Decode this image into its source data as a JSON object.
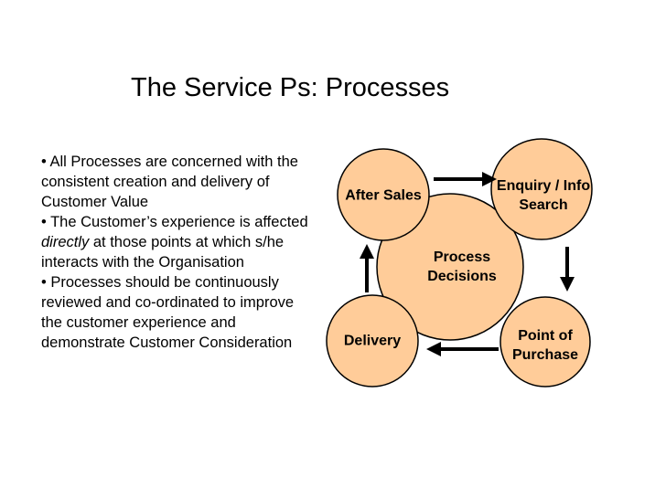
{
  "title": "The Service Ps: Processes",
  "bullets": [
    {
      "before": "• All Processes are concerned with the consistent creation and delivery of Customer Value",
      "em": "",
      "after": ""
    },
    {
      "before": "• The Customer’s experience is affected ",
      "em": "directly",
      "after": " at those points at which s/he interacts with the Organisation"
    },
    {
      "before": "• Processes should be continuously reviewed and co-ordinated to improve the customer experience and demonstrate Customer Consideration",
      "em": "",
      "after": ""
    }
  ],
  "diagram": {
    "center": {
      "line1": "Process",
      "line2": "Decisions"
    },
    "nodes": {
      "after_sales": "After Sales",
      "enquiry_line1": "Enquiry / Info",
      "enquiry_line2": "Search",
      "purchase_line1": "Point of",
      "purchase_line2": "Purchase",
      "delivery": "Delivery"
    },
    "colors": {
      "fill": "#ffcc99",
      "stroke": "#000000"
    }
  }
}
